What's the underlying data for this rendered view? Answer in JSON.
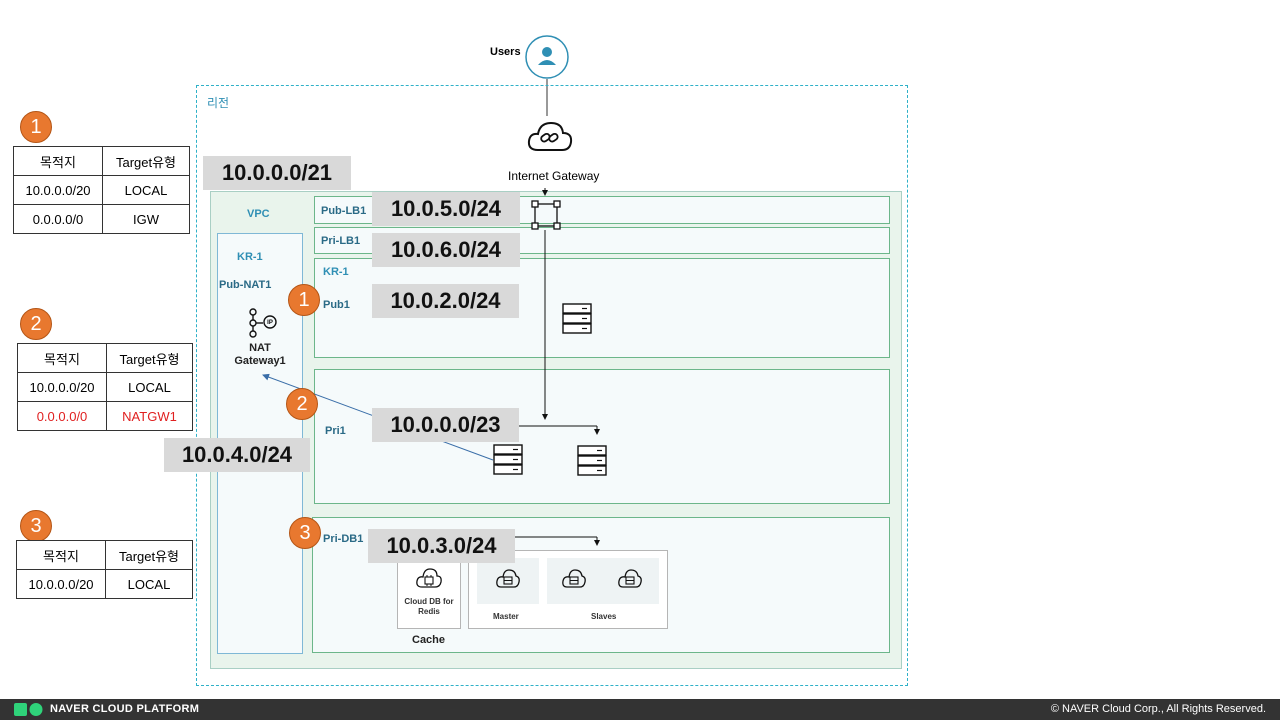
{
  "users_label": "Users",
  "region_label": "리전",
  "internet_gateway_label": "Internet Gateway",
  "vpc_label": "VPC",
  "kr1_label": "KR-1",
  "kr1_inner_label": "KR-1",
  "pub_nat_label": "Pub-NAT1",
  "nat_gateway_label": "NAT Gateway1",
  "pub_lb_label": "Pub-LB1",
  "pri_lb_label": "Pri-LB1",
  "pub1_label": "Pub1",
  "pri1_label": "Pri1",
  "pri_db_label": "Pri-DB1",
  "cidrs": {
    "vpc": "10.0.0.0/21",
    "pub_lb": "10.0.5.0/24",
    "pri_lb": "10.0.6.0/24",
    "pub1": "10.0.2.0/24",
    "pri1": "10.0.0.0/23",
    "nat": "10.0.4.0/24",
    "db": "10.0.3.0/24"
  },
  "badges": [
    "1",
    "2",
    "3"
  ],
  "route_tables": [
    {
      "headers": [
        "목적지",
        "Target유형"
      ],
      "rows": [
        [
          "10.0.0.0/20",
          "LOCAL"
        ],
        [
          "0.0.0.0/0",
          "IGW"
        ]
      ]
    },
    {
      "headers": [
        "목적지",
        "Target유형"
      ],
      "rows": [
        [
          "10.0.0.0/20",
          "LOCAL"
        ],
        [
          "0.0.0.0/0",
          "NATGW1"
        ]
      ]
    },
    {
      "headers": [
        "목적지",
        "Target유형"
      ],
      "rows": [
        [
          "10.0.0.0/20",
          "LOCAL"
        ]
      ]
    }
  ],
  "db": {
    "cloud_db_label": "Cloud DB for Redis",
    "cache_label": "Cache",
    "master_label": "Master",
    "slaves_label": "Slaves"
  },
  "footer": {
    "brand": "NAVER CLOUD PLATFORM",
    "copyright": "© NAVER Cloud Corp., All Rights Reserved."
  },
  "colors": {
    "badge": "#e8782f",
    "accent": "#2f8fb4",
    "highlight_red": "#e02020",
    "subnet_border": "#6cb68a"
  }
}
